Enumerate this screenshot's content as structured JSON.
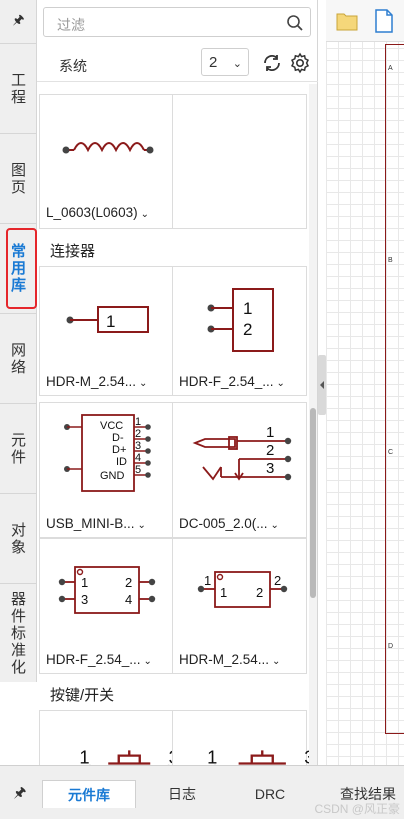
{
  "rail": {
    "pin": "🖈",
    "tabs": [
      {
        "chars": [
          "工",
          "程"
        ]
      },
      {
        "chars": [
          "图",
          "页"
        ]
      },
      {
        "chars": [
          "常",
          "用",
          "库"
        ]
      },
      {
        "chars": [
          "网",
          "络"
        ]
      },
      {
        "chars": [
          "元",
          "件"
        ]
      },
      {
        "chars": [
          "对",
          "象"
        ]
      },
      {
        "chars": [
          "器",
          "件",
          "标",
          "准",
          "化"
        ]
      }
    ]
  },
  "panel": {
    "search_placeholder": "过滤",
    "system_label": "系统",
    "select_value": "2",
    "categories": {
      "connectors": "连接器",
      "buttons": "按键/开关"
    },
    "items": {
      "inductor": "L_0603(L0603)",
      "hdr_m_1": "HDR-M_2.54...",
      "hdr_f_1": "HDR-F_2.54_...",
      "usb_mini": "USB_MINI-B...",
      "dc005": "DC-005_2.0(...",
      "hdr_f_2": "HDR-F_2.54_...",
      "hdr_m_2": "HDR-M_2.54..."
    },
    "symbols": {
      "usb_pins": [
        "VCC",
        "D-",
        "D+",
        "ID",
        "GND"
      ],
      "usb_nums": [
        "1",
        "2",
        "3",
        "4",
        "5"
      ],
      "pin_1": "1",
      "pin_2": "2",
      "pin_3": "3",
      "pin_4": "4"
    }
  },
  "bottom": {
    "pin": "🖈",
    "tabs": [
      "元件库",
      "日志",
      "DRC",
      "查找结果"
    ],
    "watermark": "CSDN @风正豪"
  },
  "frame_marks": [
    "A",
    "B",
    "C",
    "D"
  ],
  "colors": {
    "accent": "#1a7ad4",
    "symbol": "#8b1a1a",
    "highlight": "#e5262b"
  }
}
